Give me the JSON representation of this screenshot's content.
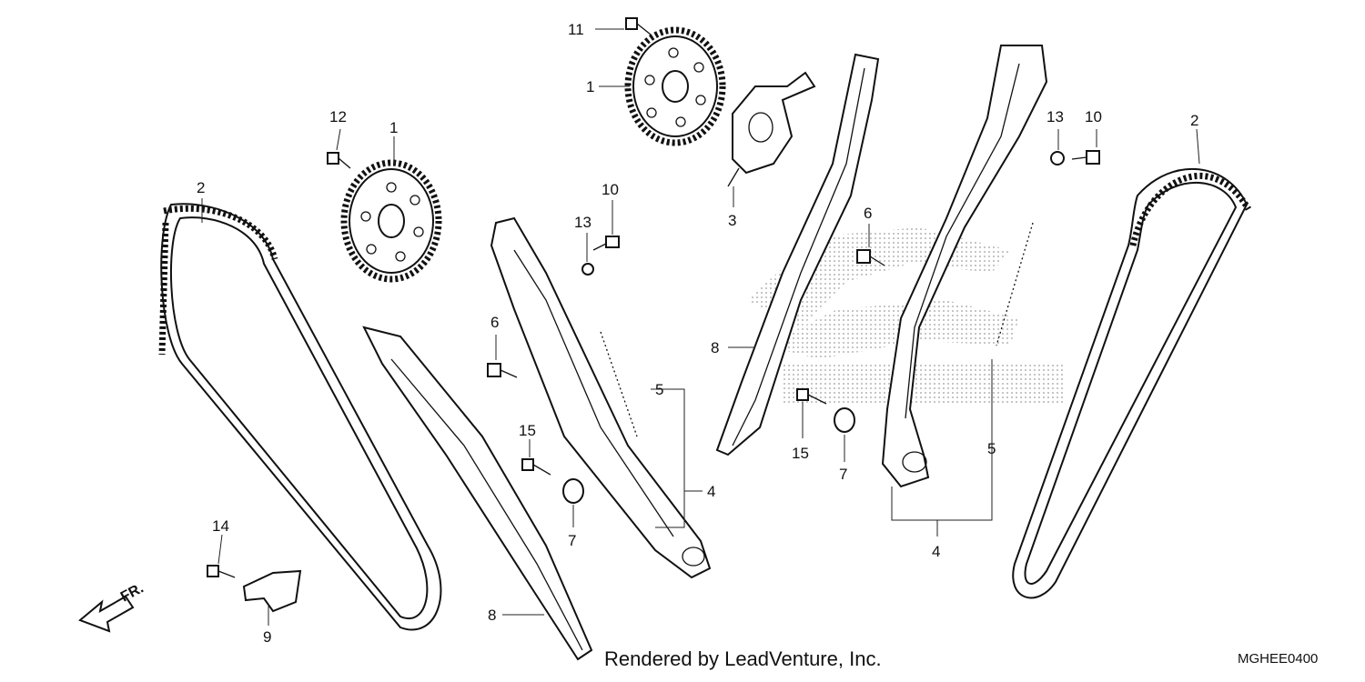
{
  "callouts": {
    "c1a": "1",
    "c1b": "1",
    "c2a": "2",
    "c2b": "2",
    "c3": "3",
    "c4a": "4",
    "c4b": "4",
    "c5a": "5",
    "c5b": "5",
    "c6a": "6",
    "c6b": "6",
    "c7a": "7",
    "c7b": "7",
    "c8a": "8",
    "c8b": "8",
    "c9": "9",
    "c10a": "10",
    "c10b": "10",
    "c11": "11",
    "c12": "12",
    "c13a": "13",
    "c13b": "13",
    "c14": "14",
    "c15a": "15",
    "c15b": "15"
  },
  "front_arrow_label": "FR.",
  "footer": {
    "credit": "Rendered by LeadVenture, Inc.",
    "code": "MGHEE0400"
  }
}
